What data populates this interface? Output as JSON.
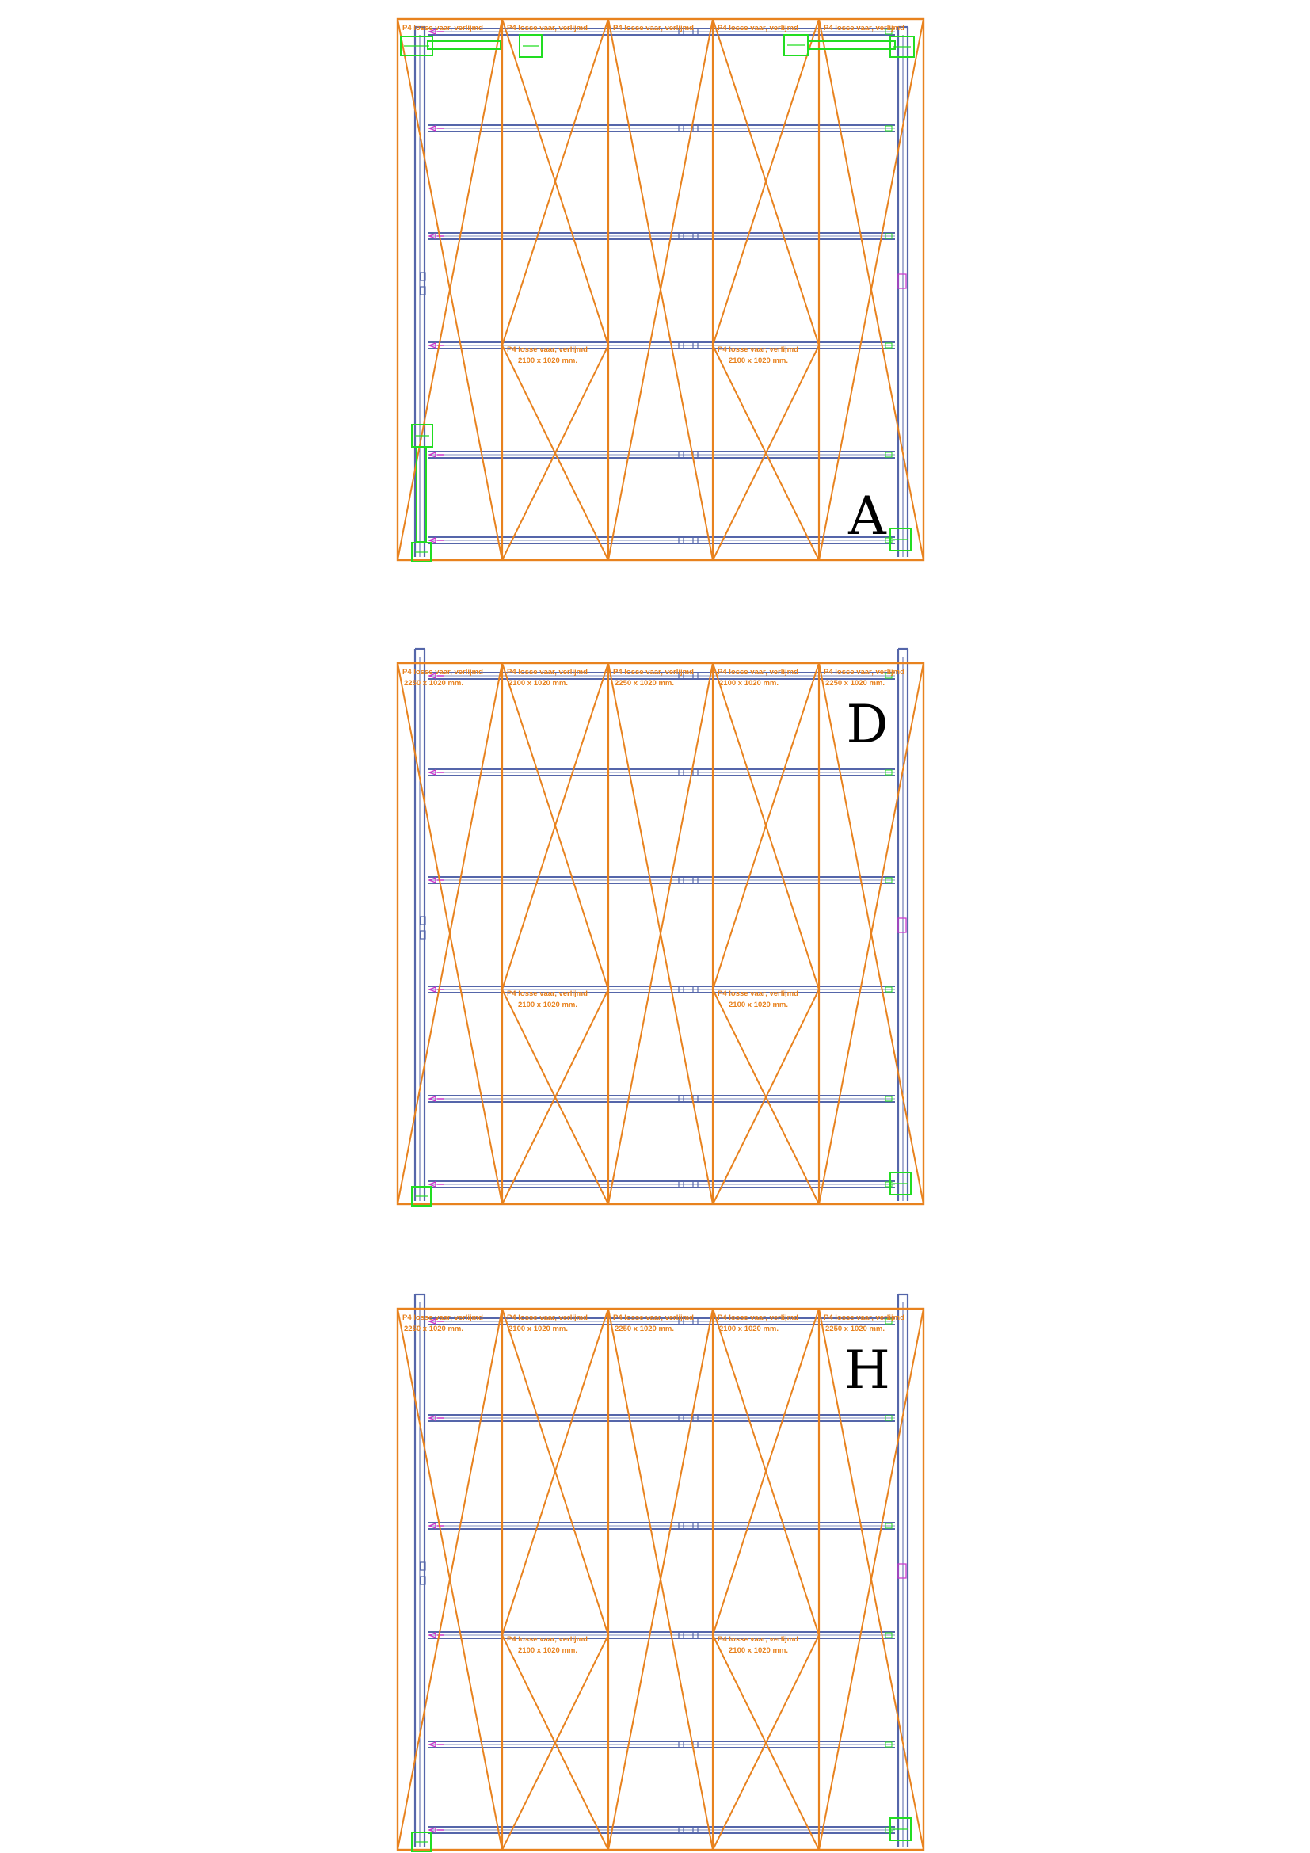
{
  "sheet": {
    "background": "#ffffff",
    "colors": {
      "panel_outline": "#e8821e",
      "steel_frame": "#5566aa",
      "connector": "#22dd22",
      "marker": "#cc33cc"
    }
  },
  "elevations": [
    {
      "label": "A",
      "panel_texts": [
        "P4 losse vaar, verlijmd",
        "P4 losse vaar, verlijmd",
        "P4 losse vaar, verlijmd",
        "P4 losse vaar, verlijmd",
        "P4 losse vaar, verlijmd"
      ],
      "panel_sizes": [
        "",
        "",
        "",
        "",
        ""
      ],
      "mid_texts": [
        "P4 losse vaar, verlijmd",
        "P4 losse vaar, verlijmd"
      ],
      "mid_sizes": [
        "2100 x 1020 mm.",
        "2100 x 1020 mm."
      ]
    },
    {
      "label": "D",
      "panel_texts": [
        "P4 losse vaar, verlijmd",
        "P4 losse vaar, verlijmd",
        "P4 losse vaar, verlijmd",
        "P4 losse vaar, verlijmd",
        "P4 losse vaar, verlijmd"
      ],
      "panel_sizes": [
        "2250 x 1020 mm.",
        "2100 x 1020 mm.",
        "2250 x 1020 mm.",
        "2100 x 1020 mm.",
        "2250 x 1020 mm."
      ],
      "mid_texts": [
        "P4 losse vaar, verlijmd",
        "P4 losse vaar, verlijmd"
      ],
      "mid_sizes": [
        "2100 x 1020 mm.",
        "2100 x 1020 mm."
      ]
    },
    {
      "label": "H",
      "panel_texts": [
        "P4 losse vaar, verlijmd",
        "P4 losse vaar, verlijmd",
        "P4 losse vaar, verlijmd",
        "P4 losse vaar, verlijmd",
        "P4 losse vaar, verlijmd"
      ],
      "panel_sizes": [
        "2250 x 1020 mm.",
        "2100 x 1020 mm.",
        "2250 x 1020 mm.",
        "2100 x 1020 mm.",
        "2250 x 1020 mm."
      ],
      "mid_texts": [
        "P4 losse vaar, verlijmd",
        "P4 losse vaar, verlijmd"
      ],
      "mid_sizes": [
        "2100 x 1020 mm.",
        "2100 x 1020 mm."
      ]
    }
  ]
}
